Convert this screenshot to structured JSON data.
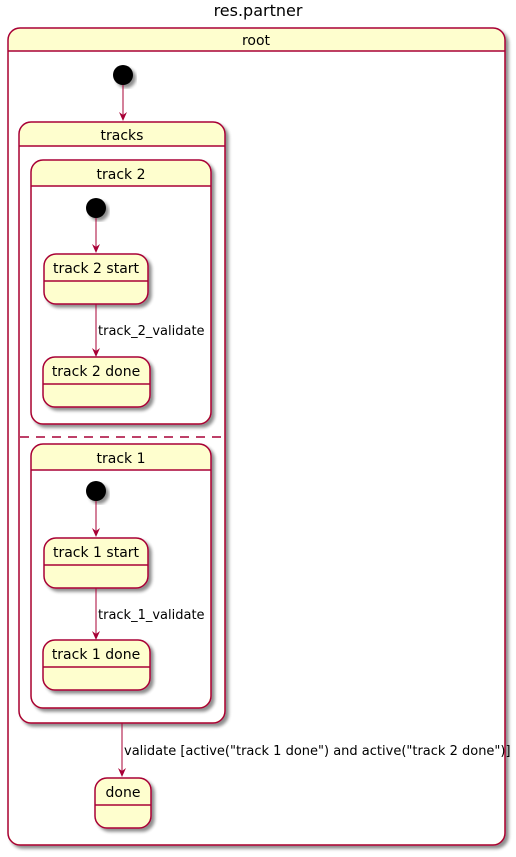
{
  "diagram": {
    "title": "res.partner",
    "root": {
      "label": "root"
    },
    "tracks": {
      "label": "tracks"
    },
    "track2": {
      "label": "track 2",
      "start": "track 2 start",
      "done": "track 2 done",
      "transition": "track_2_validate"
    },
    "track1": {
      "label": "track 1",
      "start": "track 1 start",
      "done": "track 1 done",
      "transition": "track_1_validate"
    },
    "done": {
      "label": "done"
    },
    "final_transition": "validate [active(\"track 1 done\") and active(\"track 2 done\")]"
  },
  "colors": {
    "state_fill": "#FEFECE",
    "state_border": "#A80036",
    "arrow": "#A80036",
    "initial": "#000000",
    "shadow": "#C0C0C0"
  }
}
